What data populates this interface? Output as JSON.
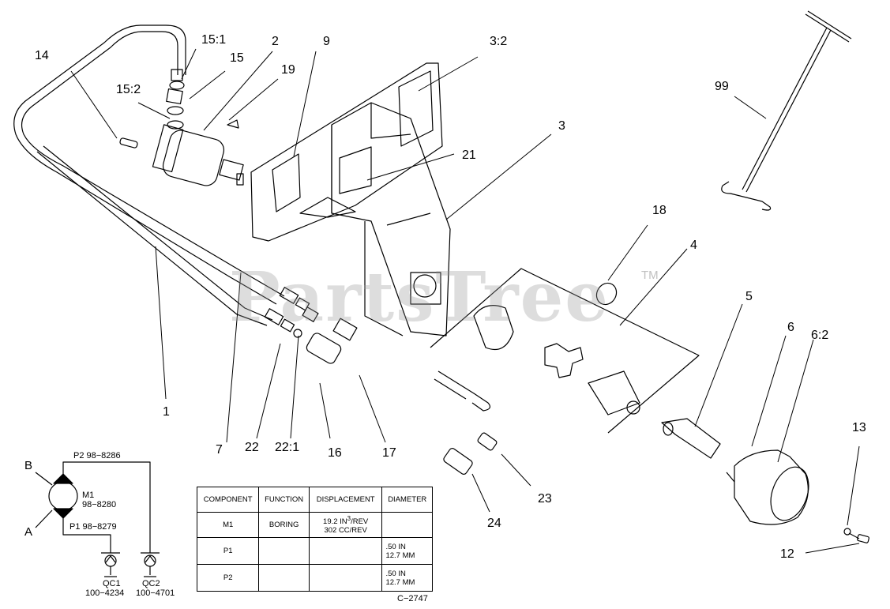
{
  "watermark": "PartsTree",
  "watermark_mark": "TM",
  "callouts": [
    {
      "id": "15:1",
      "label": "15:1"
    },
    {
      "id": "2",
      "label": "2"
    },
    {
      "id": "9",
      "label": "9"
    },
    {
      "id": "3:2",
      "label": "3:2"
    },
    {
      "id": "14",
      "label": "14"
    },
    {
      "id": "15",
      "label": "15"
    },
    {
      "id": "15:2",
      "label": "15:2"
    },
    {
      "id": "19",
      "label": "19"
    },
    {
      "id": "99",
      "label": "99"
    },
    {
      "id": "3",
      "label": "3"
    },
    {
      "id": "21",
      "label": "21"
    },
    {
      "id": "18",
      "label": "18"
    },
    {
      "id": "4",
      "label": "4"
    },
    {
      "id": "5",
      "label": "5"
    },
    {
      "id": "6",
      "label": "6"
    },
    {
      "id": "6:2",
      "label": "6:2"
    },
    {
      "id": "1",
      "label": "1"
    },
    {
      "id": "7",
      "label": "7"
    },
    {
      "id": "22",
      "label": "22"
    },
    {
      "id": "22:1",
      "label": "22:1"
    },
    {
      "id": "16",
      "label": "16"
    },
    {
      "id": "17",
      "label": "17"
    },
    {
      "id": "13",
      "label": "13"
    },
    {
      "id": "23",
      "label": "23"
    },
    {
      "id": "24",
      "label": "24"
    },
    {
      "id": "12",
      "label": "12"
    }
  ],
  "schematic": {
    "port_b": "B",
    "port_a": "A",
    "p2": "P2 98−8286",
    "m1": "M1",
    "m1_part": "98−8280",
    "p1": "P1 98−8279",
    "qc1": "QC1",
    "qc1_part": "100−4234",
    "qc2": "QC2",
    "qc2_part": "100−4701"
  },
  "spec_table": {
    "headers": [
      "COMPONENT",
      "FUNCTION",
      "DISPLACEMENT",
      "DIAMETER"
    ],
    "rows": [
      {
        "component": "M1",
        "function": "BORING",
        "displacement_line1": "19.2 IN",
        "displacement_sup": "3",
        "displacement_line1_suffix": "/REV",
        "displacement_line2": "302 CC/REV",
        "diameter_line1": "",
        "diameter_line2": ""
      },
      {
        "component": "P1",
        "function": "",
        "displacement_line1": "",
        "displacement_sup": "",
        "displacement_line1_suffix": "",
        "displacement_line2": "",
        "diameter_line1": ".50 IN",
        "diameter_line2": "12.7 MM"
      },
      {
        "component": "P2",
        "function": "",
        "displacement_line1": "",
        "displacement_sup": "",
        "displacement_line1_suffix": "",
        "displacement_line2": "",
        "diameter_line1": ".50 IN",
        "diameter_line2": "12.7 MM"
      }
    ]
  },
  "drawing_ref": "C−2747"
}
